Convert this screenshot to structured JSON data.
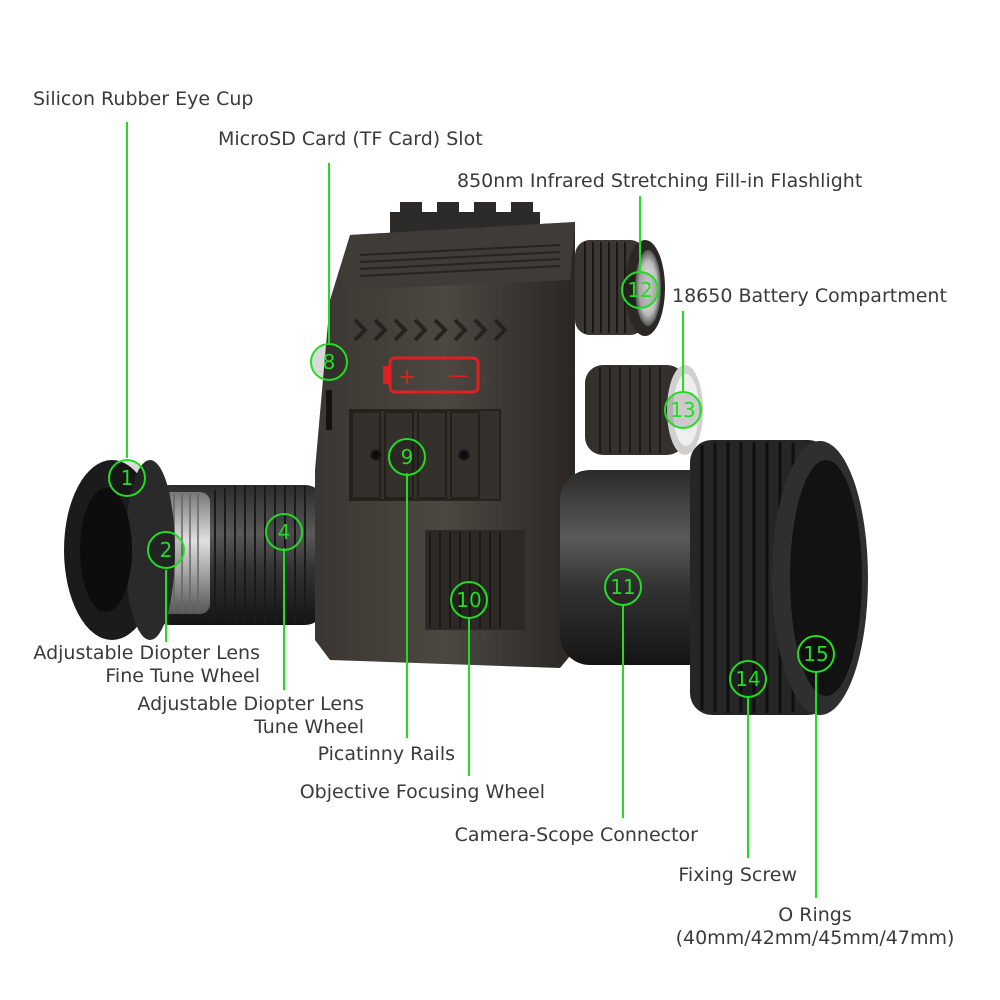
{
  "accent_color": "#22dd22",
  "callouts": [
    {
      "num": "1",
      "label": "Silicon Rubber Eye Cup"
    },
    {
      "num": "2",
      "label": "Adjustable Diopter Lens",
      "label2": "Fine Tune Wheel"
    },
    {
      "num": "4",
      "label": "Adjustable Diopter Lens",
      "label2": "Tune Wheel"
    },
    {
      "num": "8",
      "label": "MicroSD Card (TF Card) Slot"
    },
    {
      "num": "9",
      "label": "Picatinny Rails"
    },
    {
      "num": "10",
      "label": "Objective Focusing Wheel"
    },
    {
      "num": "11",
      "label": "Camera-Scope Connector"
    },
    {
      "num": "12",
      "label": "850nm Infrared Stretching Fill-in Flashlight"
    },
    {
      "num": "13",
      "label": "18650 Battery Compartment"
    },
    {
      "num": "14",
      "label": "Fixing Screw"
    },
    {
      "num": "15",
      "label": "O Rings",
      "label2": "(40mm/42mm/45mm/47mm)"
    }
  ],
  "battery_plus": "+",
  "battery_minus": "—"
}
